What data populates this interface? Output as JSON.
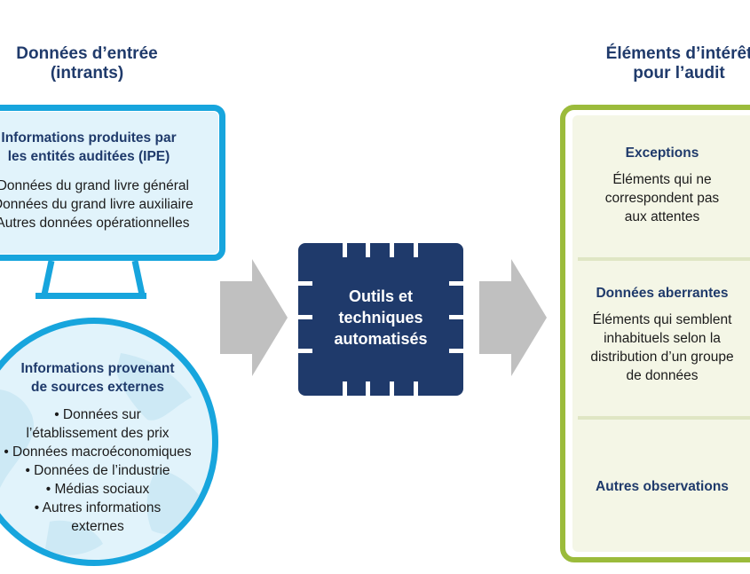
{
  "left_heading": [
    "Données d’entrée",
    "(intrants)"
  ],
  "right_heading": [
    "Éléments d’intérêt",
    "pour l’audit"
  ],
  "monitor": {
    "title": [
      "Informations produites par",
      "les entités auditées (IPE)"
    ],
    "items": [
      "• Données du grand livre général",
      "• Données du grand livre auxiliaire",
      "• Autres données opérationnelles"
    ]
  },
  "globe": {
    "title": [
      "Informations provenant",
      "de sources externes"
    ],
    "items": [
      "• Données sur",
      "l’établissement des prix",
      "• Données macroéconomiques",
      "•  Données de l’industrie",
      "• Médias sociaux",
      "• Autres informations",
      "externes"
    ]
  },
  "chip": {
    "label": [
      "Outils et",
      "techniques",
      "automatisés"
    ]
  },
  "panel": {
    "sections": [
      {
        "title": "Exceptions",
        "text": [
          "Éléments qui ne",
          "correspondent pas",
          "aux attentes"
        ]
      },
      {
        "title": "Données aberrantes",
        "text": [
          "Éléments qui semblent",
          "inhabituels selon la",
          "distribution d’un groupe",
          "de données"
        ]
      },
      {
        "title": "Autres observations",
        "text": []
      }
    ]
  },
  "colors": {
    "navy": "#1f3a6b",
    "blue": "#17a5dd",
    "green": "#9bbb3b",
    "arrow": "#c0c0c0"
  }
}
